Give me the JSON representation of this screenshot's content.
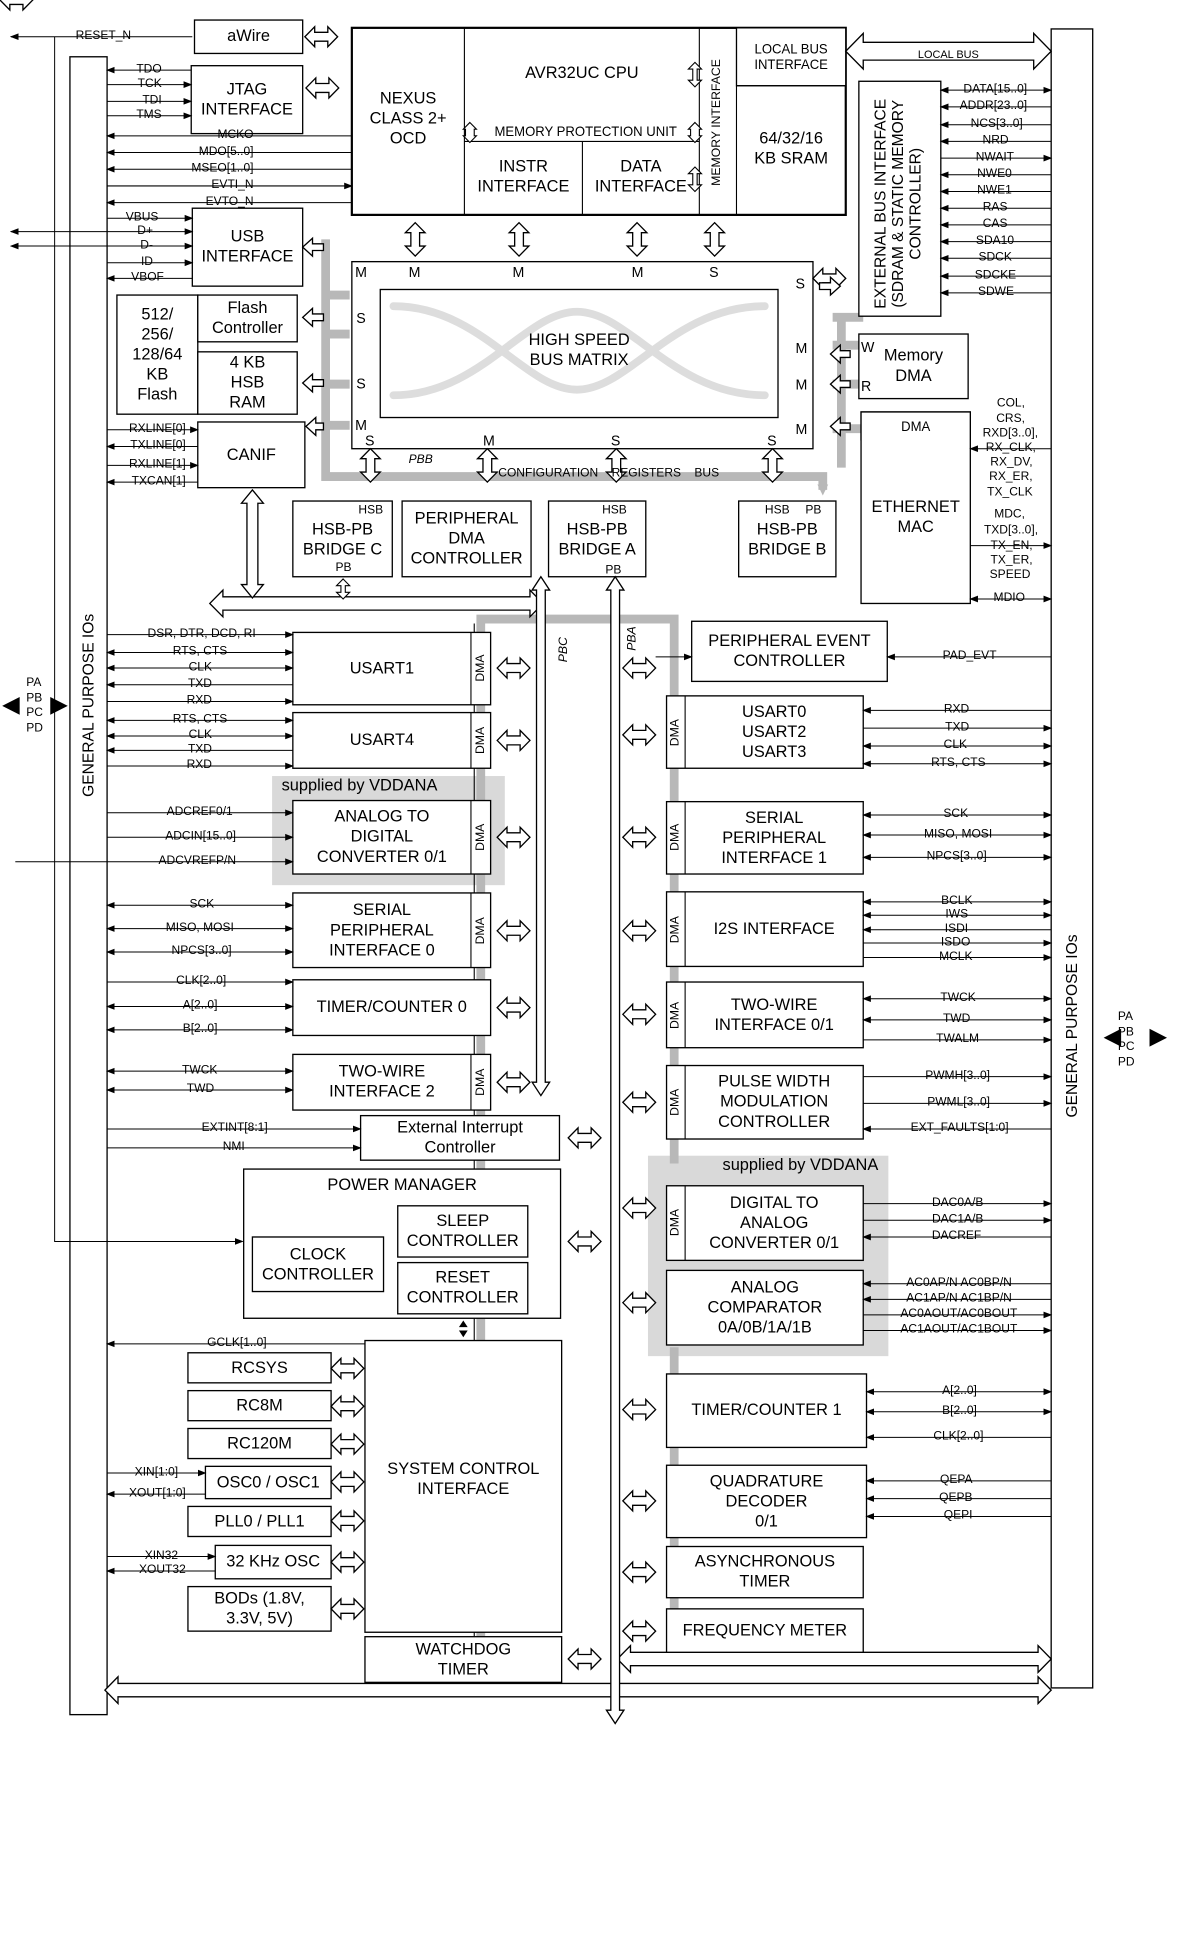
{
  "blocks": {
    "awire": "aWire",
    "jtag": "JTAG\nINTERFACE",
    "nexus": "NEXUS\nCLASS 2+\nOCD",
    "cpu": "AVR32UC CPU",
    "mpu": "MEMORY PROTECTION UNIT",
    "instr": "INSTR\nINTERFACE",
    "data_if": "DATA\nINTERFACE",
    "mem_if": "MEMORY INTERFACE",
    "local_bus_if": "LOCAL BUS\nINTERFACE",
    "sram": "64/32/16\nKB SRAM",
    "usb": "USB\nINTERFACE",
    "flash_size": "512/\n256/\n128/64\nKB\nFlash",
    "flash_ctrl": "Flash\nController",
    "hsb_ram": "4 KB\nHSB\nRAM",
    "canif": "CANIF",
    "hsb_matrix": "HIGH SPEED\nBUS MATRIX",
    "ebi": "EXTERNAL BUS INTERFACE\n(SDRAM & STATIC MEMORY\nCONTROLLER)",
    "mem_dma": "Memory\nDMA",
    "eth_dma": "DMA",
    "eth_mac": "ETHERNET\nMAC",
    "bridge_c": "HSB-PB\nBRIDGE C",
    "pdca": "PERIPHERAL\nDMA\nCONTROLLER",
    "bridge_a": "HSB-PB\nBRIDGE A",
    "bridge_b": "HSB-PB\nBRIDGE B",
    "usart1": "USART1",
    "usart4": "USART4",
    "adc": "ANALOG TO\nDIGITAL\nCONVERTER 0/1",
    "spi0": "SERIAL\nPERIPHERAL\nINTERFACE 0",
    "tc0": "TIMER/COUNTER 0",
    "twi2": "TWO-WIRE\nINTERFACE 2",
    "eic": "External Interrupt\nController",
    "pm": "POWER MANAGER",
    "clock_ctrl": "CLOCK\nCONTROLLER",
    "sleep_ctrl": "SLEEP\nCONTROLLER",
    "reset_ctrl": "RESET\nCONTROLLER",
    "rcsys": "RCSYS",
    "rc8m": "RC8M",
    "rc120m": "RC120M",
    "osc0": "OSC0 / OSC1",
    "pll": "PLL0 / PLL1",
    "osc32": "32 KHz OSC",
    "bod": "BODs (1.8V,\n3.3V, 5V)",
    "scif": "SYSTEM CONTROL\nINTERFACE",
    "wdt": "WATCHDOG\nTIMER",
    "pevc": "PERIPHERAL EVENT\nCONTROLLER",
    "usart023": "USART0\nUSART2\nUSART3",
    "spi1": "SERIAL\nPERIPHERAL\nINTERFACE 1",
    "i2s": "I2S INTERFACE",
    "twi01": "TWO-WIRE\nINTERFACE 0/1",
    "pwm": "PULSE WIDTH\nMODULATION\nCONTROLLER",
    "dac": "DIGITAL TO\nANALOG\nCONVERTER 0/1",
    "acomp": "ANALOG\nCOMPARATOR\n0A/0B/1A/1B",
    "tc1": "TIMER/COUNTER 1",
    "qdec": "QUADRATURE\nDECODER\n0/1",
    "ast": "ASYNCHRONOUS\nTIMER",
    "freqm": "FREQUENCY METER",
    "gpio_left": "GENERAL PURPOSE IOs",
    "gpio_right": "GENERAL PURPOSE IOs",
    "dma": "DMA",
    "vddana1": "supplied by VDDANA",
    "vddana2": "supplied by VDDANA"
  },
  "ports": {
    "M": "M",
    "S": "S",
    "W": "W",
    "R": "R",
    "HSB": "HSB",
    "PB": "PB",
    "PBB": "PBB",
    "PBC": "PBC",
    "PBA": "PBA",
    "bus": "CONFIGURATION    REGISTERS    BUS",
    "local_bus": "LOCAL BUS"
  },
  "gpio_pins": [
    "PA",
    "PB",
    "PC",
    "PD"
  ],
  "signals": {
    "reset_n": "RESET_N",
    "tdo": "TDO",
    "tck": "TCK",
    "tdi": "TDI",
    "tms": "TMS",
    "mcko": "MCKO",
    "mdo": "MDO[5..0]",
    "mseo": "MSEO[1..0]",
    "evti": "EVTI_N",
    "evto": "EVTO_N",
    "vbus": "VBUS",
    "dp": "D+",
    "dm": "D-",
    "id": "ID",
    "vbof": "VBOF",
    "rxline0": "RXLINE[0]",
    "txline0": "TXLINE[0]",
    "rxline1": "RXLINE[1]",
    "txcan1": "TXCAN[1]",
    "dsr": "DSR, DTR, DCD, RI",
    "rts1": "RTS, CTS",
    "clk1": "CLK",
    "txd1": "TXD",
    "rxd1": "RXD",
    "rts4": "RTS, CTS",
    "clk4": "CLK",
    "txd4": "TXD",
    "rxd4": "RXD",
    "adcref": "ADCREF0/1",
    "adcin": "ADCIN[15..0]",
    "adcvref": "ADCVREFP/N",
    "sck0": "SCK",
    "miso0": "MISO, MOSI",
    "npcs0": "NPCS[3..0]",
    "clk_tc0": "CLK[2..0]",
    "a_tc0": "A[2..0]",
    "b_tc0": "B[2..0]",
    "twck2": "TWCK",
    "twd2": "TWD",
    "extint": "EXTINT[8:1]",
    "nmi": "NMI",
    "gclk": "GCLK[1..0]",
    "xin": "XIN[1:0]",
    "xout": "XOUT[1:0]",
    "xin32": "XIN32",
    "xout32": "XOUT32",
    "data": "DATA[15..0]",
    "addr": "ADDR[23..0]",
    "ncs": "NCS[3..0]",
    "nrd": "NRD",
    "nwait": "NWAIT",
    "nwe0": "NWE0",
    "nwe1": "NWE1",
    "ras": "RAS",
    "cas": "CAS",
    "sda10": "SDA10",
    "sdck": "SDCK",
    "sdcke": "SDCKE",
    "sdwe": "SDWE",
    "col": "COL,",
    "crs": "CRS,",
    "rxd30": "RXD[3..0],",
    "rx_clk": "RX_CLK,",
    "rx_dv": "RX_DV,",
    "rx_er": "RX_ER,",
    "tx_clk": "TX_CLK",
    "mdc": "MDC,",
    "txd30": "TXD[3..0],",
    "tx_en": "TX_EN,",
    "tx_er": "TX_ER,",
    "speed": "SPEED",
    "mdio": "MDIO",
    "pad_evt": "PAD_EVT",
    "rxd_u": "RXD",
    "txd_u": "TXD",
    "clk_u": "CLK",
    "rts_u": "RTS, CTS",
    "sck1": "SCK",
    "miso1": "MISO, MOSI",
    "npcs1": "NPCS[3..0]",
    "bclk": "BCLK",
    "iws": "IWS",
    "isdi": "ISDI",
    "isdo": "ISDO",
    "mclk": "MCLK",
    "twck01": "TWCK",
    "twd01": "TWD",
    "twalm": "TWALM",
    "pwmh": "PWMH[3..0]",
    "pwml": "PWML[3..0]",
    "ext_faults": "EXT_FAULTS[1:0]",
    "dac0": "DAC0A/B",
    "dac1": "DAC1A/B",
    "dacref": "DACREF",
    "ac0ap": "AC0AP/N AC0BP/N",
    "ac1ap": "AC1AP/N AC1BP/N",
    "ac0out": "AC0AOUT/AC0BOUT",
    "ac1out": "AC1AOUT/AC1BOUT",
    "a_tc1": "A[2..0]",
    "b_tc1": "B[2..0]",
    "clk_tc1": "CLK[2..0]",
    "qepa": "QEPA",
    "qepb": "QEPB",
    "qepi": "QEPI"
  }
}
